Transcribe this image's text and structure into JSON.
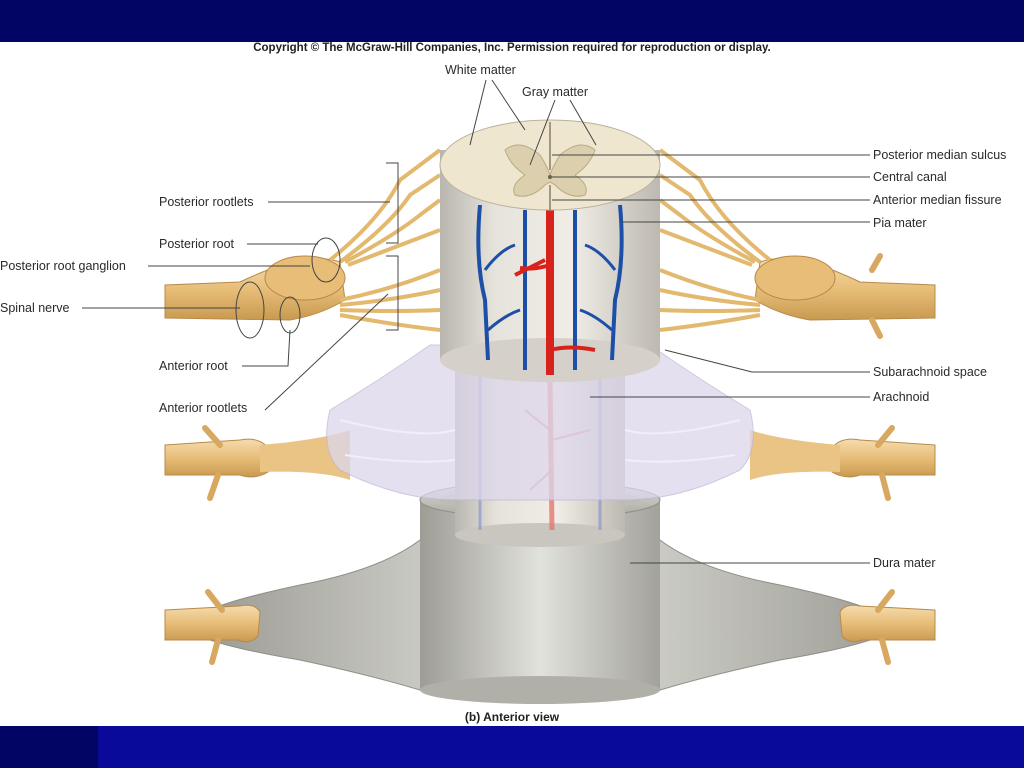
{
  "copyright": "Copyright © The McGraw-Hill Companies, Inc. Permission required for reproduction or display.",
  "labels": {
    "white_matter": "White matter",
    "gray_matter": "Gray matter",
    "posterior_median_sulcus": "Posterior median sulcus",
    "central_canal": "Central canal",
    "anterior_median_fissure": "Anterior median fissure",
    "pia_mater": "Pia mater",
    "posterior_rootlets": "Posterior rootlets",
    "posterior_root": "Posterior root",
    "posterior_root_ganglion": "Posterior root ganglion",
    "spinal_nerve": "Spinal nerve",
    "anterior_root": "Anterior root",
    "anterior_rootlets": "Anterior rootlets",
    "subarachnoid_space": "Subarachnoid space",
    "arachnoid": "Arachnoid",
    "dura_mater": "Dura mater"
  },
  "caption": "(b) Anterior view",
  "colors": {
    "slide_bar": "#020563",
    "nerve": "#e9c485",
    "artery": "#d8231c",
    "vein": "#1c4fa5",
    "dura": "#c9c9c4",
    "arachnoid": "#ddd6ec"
  }
}
